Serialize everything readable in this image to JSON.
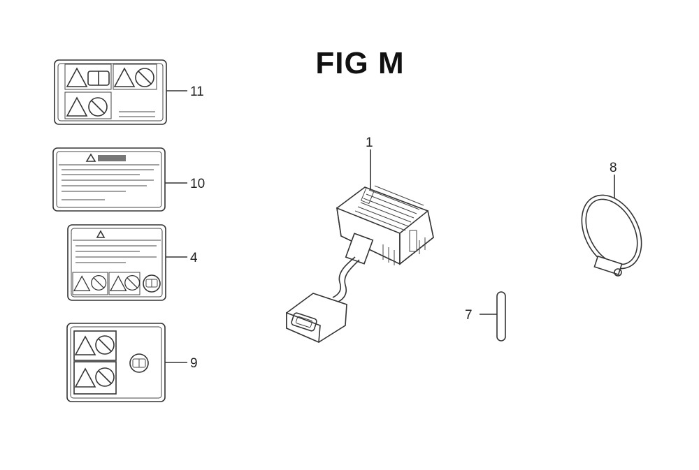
{
  "figure": {
    "title": "FIG M",
    "callouts": [
      {
        "id": "11",
        "label": "11"
      },
      {
        "id": "10",
        "label": "10"
      },
      {
        "id": "4",
        "label": "4"
      },
      {
        "id": "9",
        "label": "9"
      },
      {
        "id": "1",
        "label": "1"
      },
      {
        "id": "8",
        "label": "8"
      },
      {
        "id": "7",
        "label": "7"
      }
    ],
    "icons": {
      "warning": "warning-triangle-icon",
      "prohibited": "prohibition-circle-icon",
      "manual": "read-manual-book-icon"
    }
  }
}
